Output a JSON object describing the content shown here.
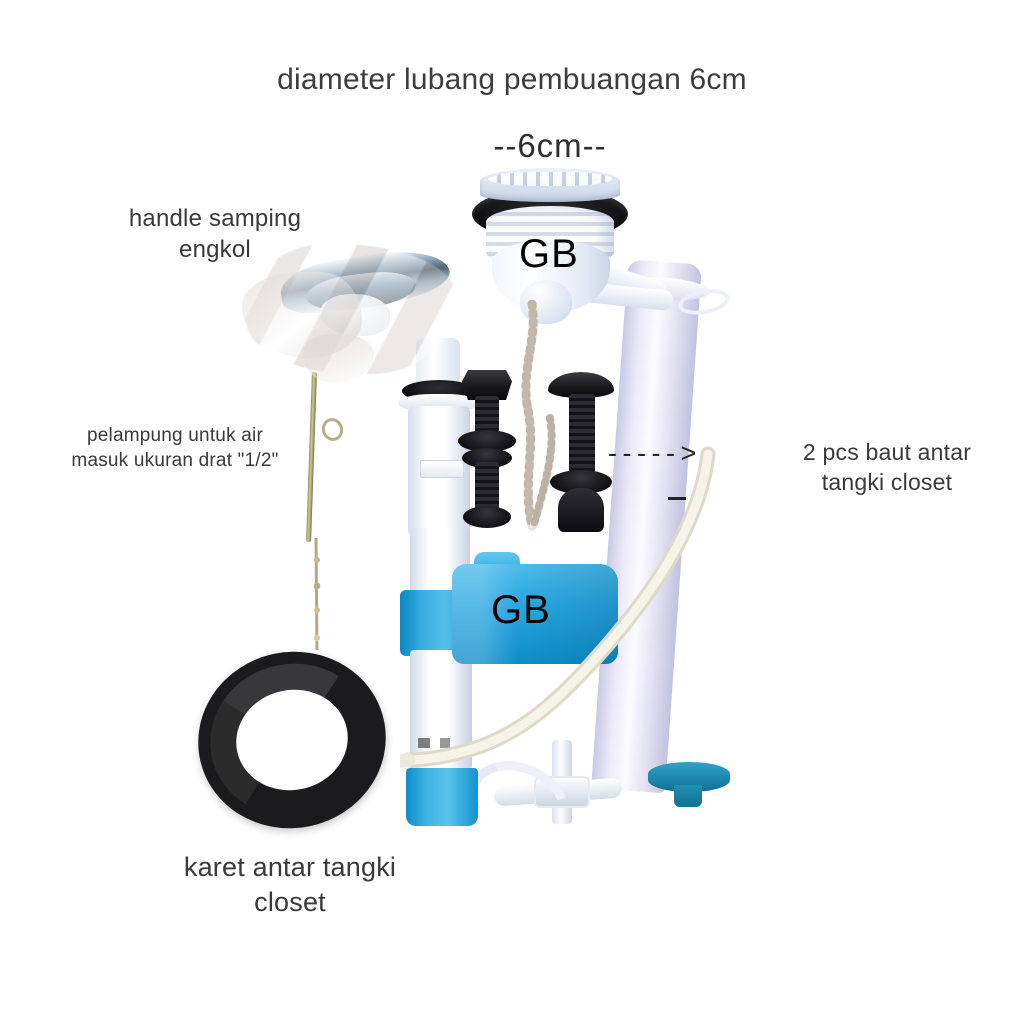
{
  "page": {
    "background_color": "#ffffff",
    "text_color": "#3a3a3a",
    "accent_blue": "#2aa7e0",
    "accent_teal": "#1b88ad",
    "rubber_black": "#1b1b1d"
  },
  "title": "diameter lubang pembuangan 6cm",
  "size_callout": "--6cm--",
  "annotations": {
    "handle": "handle samping\nengkol",
    "float": "pelampung untuk air\nmasuk ukuran drat \"1/2\"",
    "bolts": "2 pcs baut antar\ntangki closet",
    "ring": "karet antar tangki\ncloset",
    "bolt_arrow": "- - - - - >"
  },
  "watermarks": {
    "top": "GB",
    "chamber": "GB"
  },
  "parts": [
    {
      "name": "flush-valve-top",
      "label": "GB",
      "color": "#ffffff"
    },
    {
      "name": "overflow-tube",
      "label": "",
      "color": "#e9e7f5"
    },
    {
      "name": "fill-valve",
      "label": "",
      "color": "#ffffff"
    },
    {
      "name": "blue-chamber",
      "label": "GB",
      "color": "#2aa7e0"
    },
    {
      "name": "bolt-hex",
      "label": "",
      "color": "#15151a"
    },
    {
      "name": "bolt-round",
      "label": "",
      "color": "#15151a"
    },
    {
      "name": "flapper-chain",
      "label": "",
      "color": "#efeae2"
    },
    {
      "name": "side-handle",
      "label": "",
      "color": "#9fb4c4"
    },
    {
      "name": "float-rod",
      "label": "",
      "color": "#b8ae86"
    },
    {
      "name": "tank-gasket-ring",
      "label": "",
      "color": "#1b1b1d"
    },
    {
      "name": "refill-hose",
      "label": "",
      "color": "#f0efe2"
    }
  ]
}
